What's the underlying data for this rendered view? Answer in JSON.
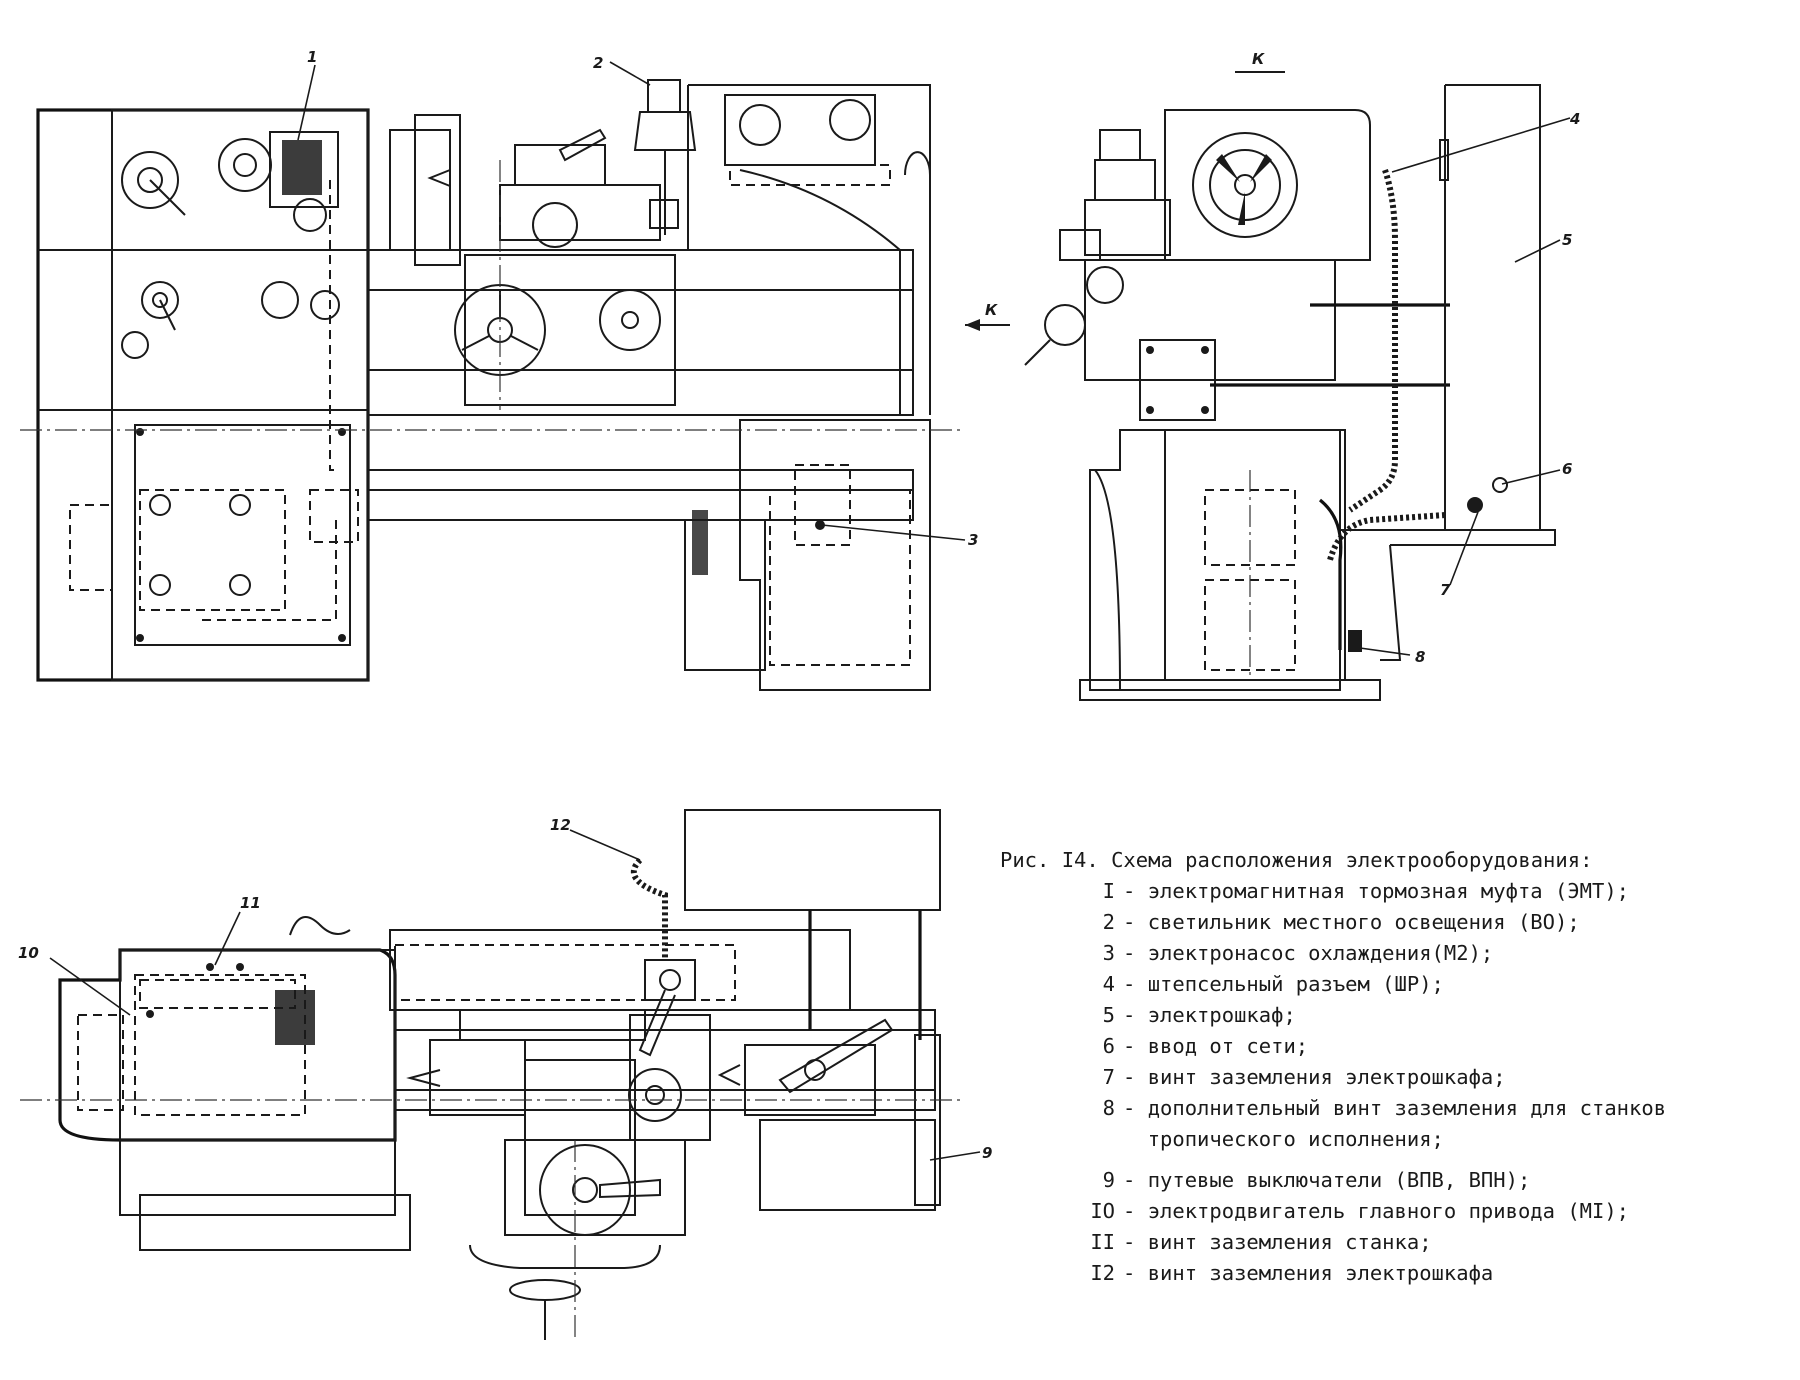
{
  "view_label": "К",
  "callouts": [
    "1",
    "2",
    "3",
    "4",
    "5",
    "6",
    "7",
    "8",
    "9",
    "10",
    "11",
    "12"
  ],
  "caption": {
    "title": "Рис. I4. Схема расположения электрооборудования:",
    "items": [
      {
        "num": "I",
        "text": "электромагнитная тормозная муфта (ЭМТ);"
      },
      {
        "num": "2",
        "text": "светильник местного освещения (ВО);"
      },
      {
        "num": "3",
        "text": "электронасос охлаждения(М2);"
      },
      {
        "num": "4",
        "text": "штепсельный разъем (ШР);"
      },
      {
        "num": "5",
        "text": "электрошкаф;"
      },
      {
        "num": "6",
        "text": "ввод от сети;"
      },
      {
        "num": "7",
        "text": "винт заземления электрошкафа;"
      },
      {
        "num": "8",
        "text": "дополнительный винт заземления для станков тропического исполнения;"
      },
      {
        "num": "9",
        "text": "путевые выключатели (ВПВ, ВПН);"
      },
      {
        "num": "IO",
        "text": "электродвигатель главного привода (МI);"
      },
      {
        "num": "II",
        "text": "винт заземления станка;"
      },
      {
        "num": "I2",
        "text": "винт заземления электрошкафа"
      }
    ]
  }
}
